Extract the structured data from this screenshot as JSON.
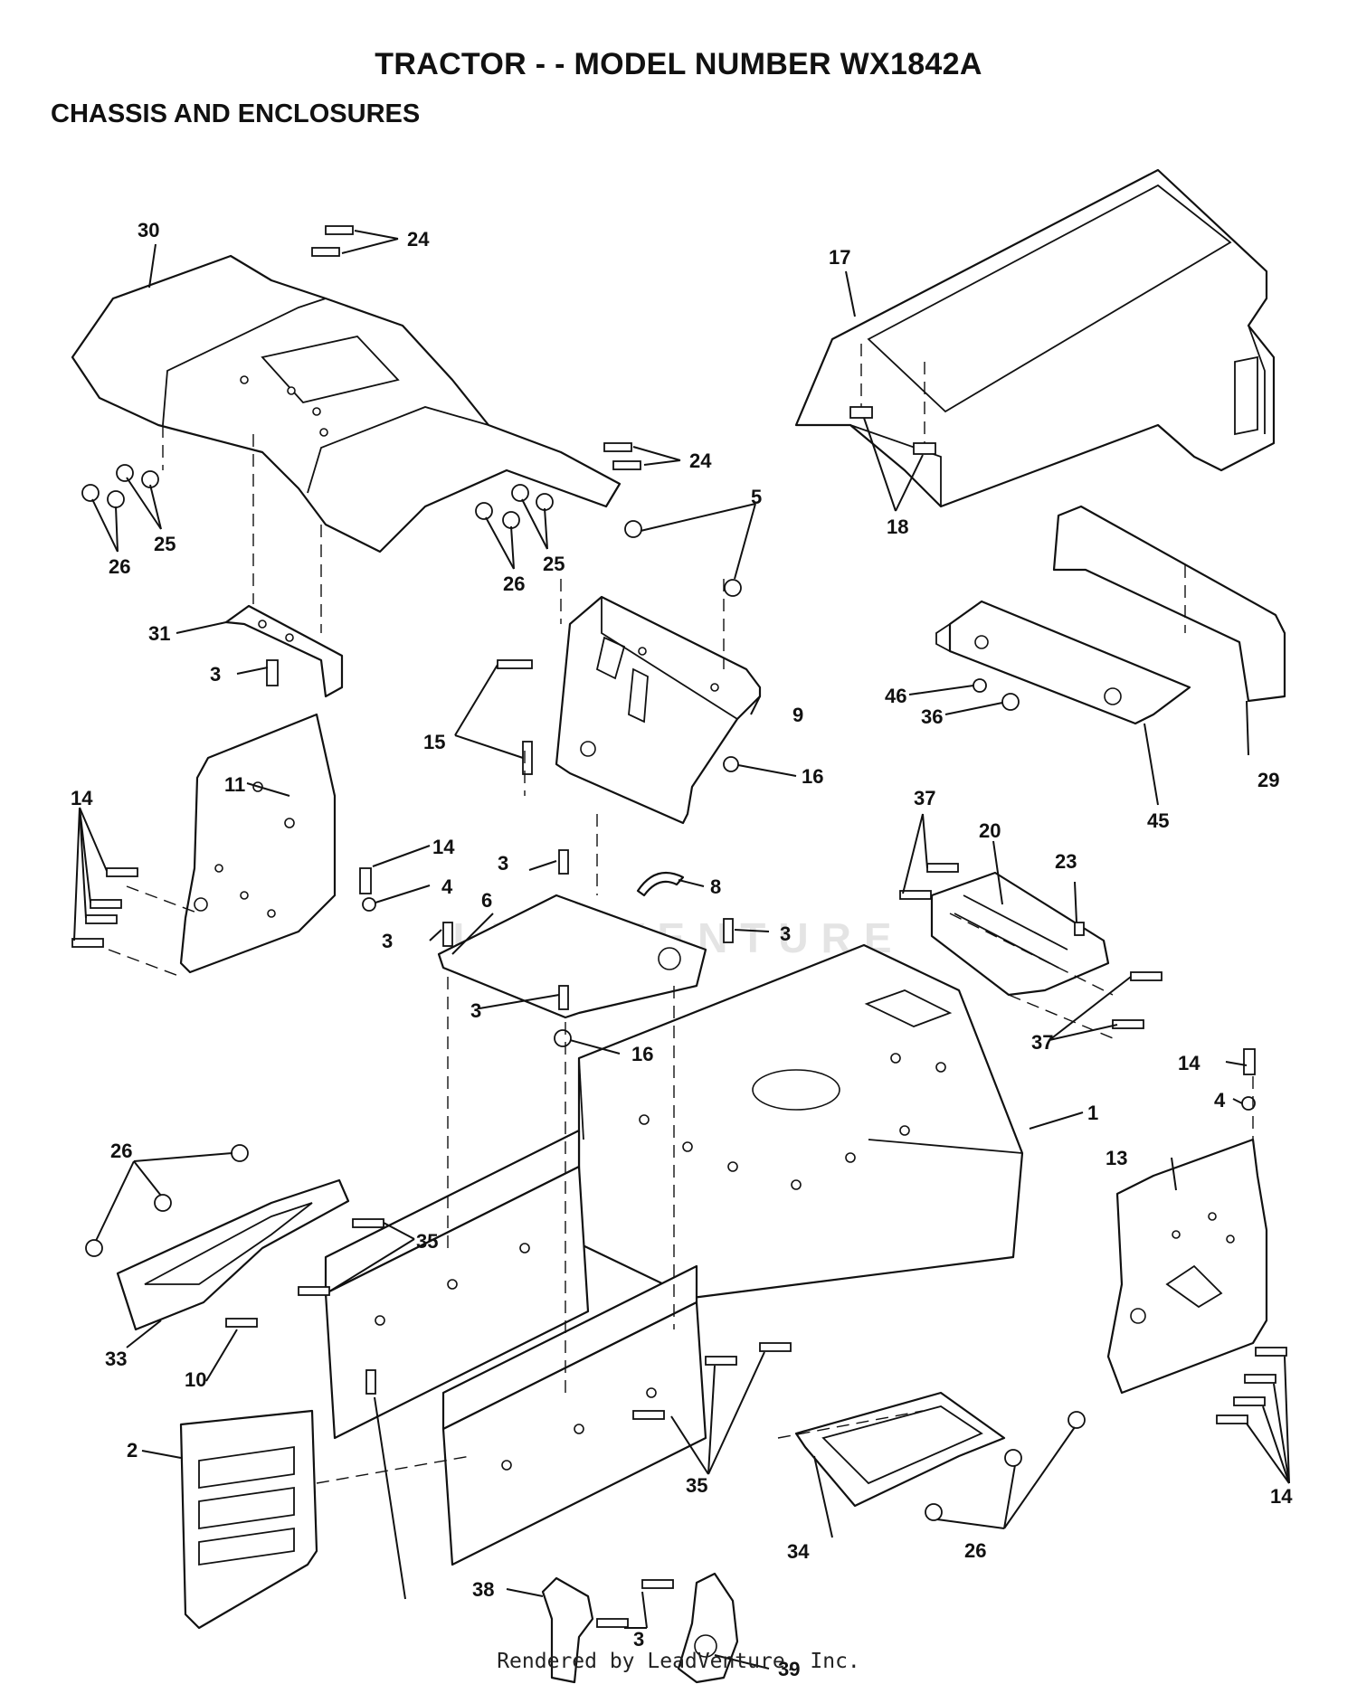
{
  "header": {
    "title": "TRACTOR - - MODEL NUMBER WX1842A",
    "section": "CHASSIS AND ENCLOSURES"
  },
  "footer": {
    "credit": "Rendered by LeadVenture, Inc."
  },
  "watermark": {
    "text": "LEADVENTURE"
  },
  "callouts": [
    {
      "id": "c30",
      "label": "30"
    },
    {
      "id": "c24a",
      "label": "24"
    },
    {
      "id": "c17",
      "label": "17"
    },
    {
      "id": "c24b",
      "label": "24"
    },
    {
      "id": "c25a",
      "label": "25"
    },
    {
      "id": "c26a",
      "label": "26"
    },
    {
      "id": "c26b",
      "label": "26"
    },
    {
      "id": "c25b",
      "label": "25"
    },
    {
      "id": "c5",
      "label": "5"
    },
    {
      "id": "c18",
      "label": "18"
    },
    {
      "id": "c31",
      "label": "31"
    },
    {
      "id": "c3a",
      "label": "3"
    },
    {
      "id": "c9",
      "label": "9"
    },
    {
      "id": "c15",
      "label": "15"
    },
    {
      "id": "c46",
      "label": "46"
    },
    {
      "id": "c36",
      "label": "36"
    },
    {
      "id": "c29",
      "label": "29"
    },
    {
      "id": "c45",
      "label": "45"
    },
    {
      "id": "c16a",
      "label": "16"
    },
    {
      "id": "c14a",
      "label": "14"
    },
    {
      "id": "c11",
      "label": "11"
    },
    {
      "id": "c14b",
      "label": "14"
    },
    {
      "id": "c4a",
      "label": "4"
    },
    {
      "id": "c3b",
      "label": "3"
    },
    {
      "id": "c8",
      "label": "8"
    },
    {
      "id": "c37a",
      "label": "37"
    },
    {
      "id": "c20",
      "label": "20"
    },
    {
      "id": "c23",
      "label": "23"
    },
    {
      "id": "c6",
      "label": "6"
    },
    {
      "id": "c3c",
      "label": "3"
    },
    {
      "id": "c3d",
      "label": "3"
    },
    {
      "id": "c3e",
      "label": "3"
    },
    {
      "id": "c16b",
      "label": "16"
    },
    {
      "id": "c37b",
      "label": "37"
    },
    {
      "id": "c14c",
      "label": "14"
    },
    {
      "id": "c4b",
      "label": "4"
    },
    {
      "id": "c1",
      "label": "1"
    },
    {
      "id": "c26c",
      "label": "26"
    },
    {
      "id": "c13",
      "label": "13"
    },
    {
      "id": "c35a",
      "label": "35"
    },
    {
      "id": "c33",
      "label": "33"
    },
    {
      "id": "c10",
      "label": "10"
    },
    {
      "id": "c2",
      "label": "2"
    },
    {
      "id": "c35b",
      "label": "35"
    },
    {
      "id": "c14d",
      "label": "14"
    },
    {
      "id": "c38",
      "label": "38"
    },
    {
      "id": "c34",
      "label": "34"
    },
    {
      "id": "c3f",
      "label": "3"
    },
    {
      "id": "c39",
      "label": "39"
    },
    {
      "id": "c26d",
      "label": "26"
    }
  ]
}
